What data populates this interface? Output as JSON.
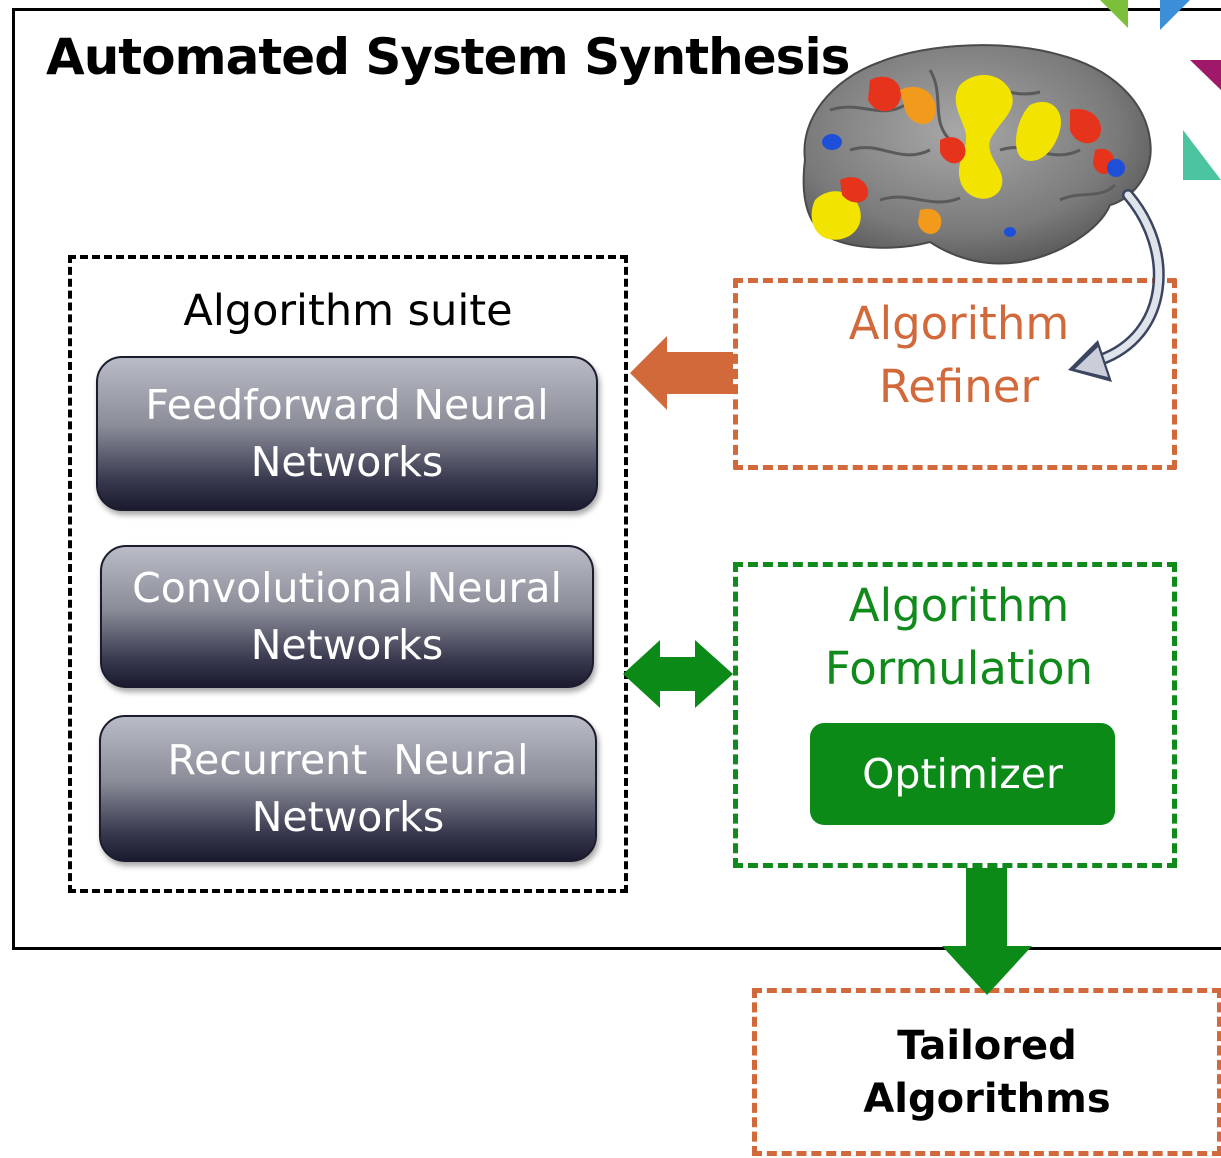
{
  "title": "Automated System Synthesis",
  "suite": {
    "title": "Algorithm suite",
    "items": [
      {
        "line1": "Feedforward Neural",
        "line2": "Networks"
      },
      {
        "line1": "Convolutional Neural",
        "line2": "Networks"
      },
      {
        "line1": "Recurrent  Neural",
        "line2": "Networks"
      }
    ]
  },
  "refiner": {
    "line1": "Algorithm",
    "line2": "Refiner"
  },
  "formulation": {
    "line1": "Algorithm",
    "line2": "Formulation",
    "optimizer": "Optimizer"
  },
  "output": {
    "line1": "Tailored",
    "line2": "Algorithms"
  },
  "colors": {
    "refiner": "#d2693a",
    "formulation": "#118a1c",
    "optimizer_fill": "#0c8a18",
    "brain_base": "#7d7d7d",
    "brain_yellow": "#f2e400",
    "brain_red": "#e6331c",
    "brain_blue": "#1e4fd8"
  },
  "icons": [
    "brain-image",
    "curved-arrow-icon",
    "left-arrow-icon",
    "double-arrow-icon",
    "down-arrow-icon"
  ]
}
